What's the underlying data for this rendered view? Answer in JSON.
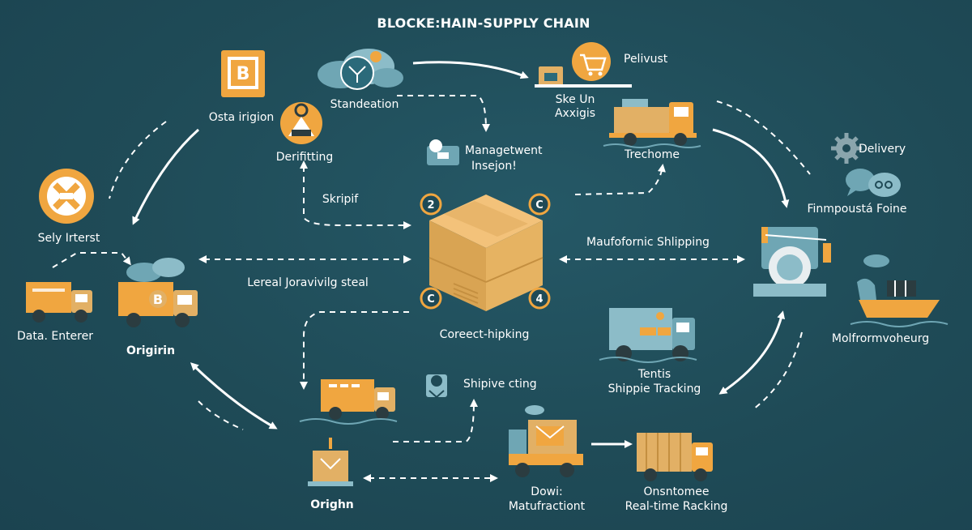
{
  "title": "BLOCKE:HAIN-SUPPLY CHAIN",
  "labels": {
    "osta_irigion": "Osta irigion",
    "standeation": "Standeation",
    "pelivust": "Pelivust",
    "ske_un": "Ske Un",
    "axxigis": "Axxigis",
    "trechome": "Trechome",
    "delivery": "Delivery",
    "finmpousta_foine": "Finmpoustá Foine",
    "sely_irterst": "Sely Irterst",
    "derifitting": "Derifitting",
    "managetwent": "Managetwent",
    "insejon": "Insejon!",
    "skripif": "Skripif",
    "data_enterer": "Data. Enterer",
    "origirin": "Origirin",
    "lereal": "Lereal Joravivilg steal",
    "mafofornic": "Maufofornic Shlipping",
    "corerect": "Coreect-hipking",
    "mofformovhoeurg": "Molfrormvoheurg",
    "tentis": "Tentis",
    "shippie_tracking": "Shippie Tracking",
    "shipive_cting": "Shipive cting",
    "origihn": "Orighn",
    "dowi": "Dowi:",
    "matufractiont": "Matufractiont",
    "onsntomee": "Onsntomee",
    "realtime_racking": "Real-time Racking"
  },
  "box_badges": [
    "2",
    "C",
    "C",
    "4"
  ],
  "colors": {
    "background": "#1f4a56",
    "accent_orange": "#f0a640",
    "box_tan": "#e2b065",
    "teal_light": "#6fa6b4",
    "arrow_white": "#ffffff"
  },
  "icons": [
    "bitcoin-icon",
    "cloud-icon",
    "shopping-cart-icon",
    "truck-icon",
    "gear-icon",
    "chat-icon",
    "location-pin-icon",
    "package-icon",
    "ship-icon",
    "crane-icon",
    "padlock-icon",
    "chain-badge-icon"
  ]
}
